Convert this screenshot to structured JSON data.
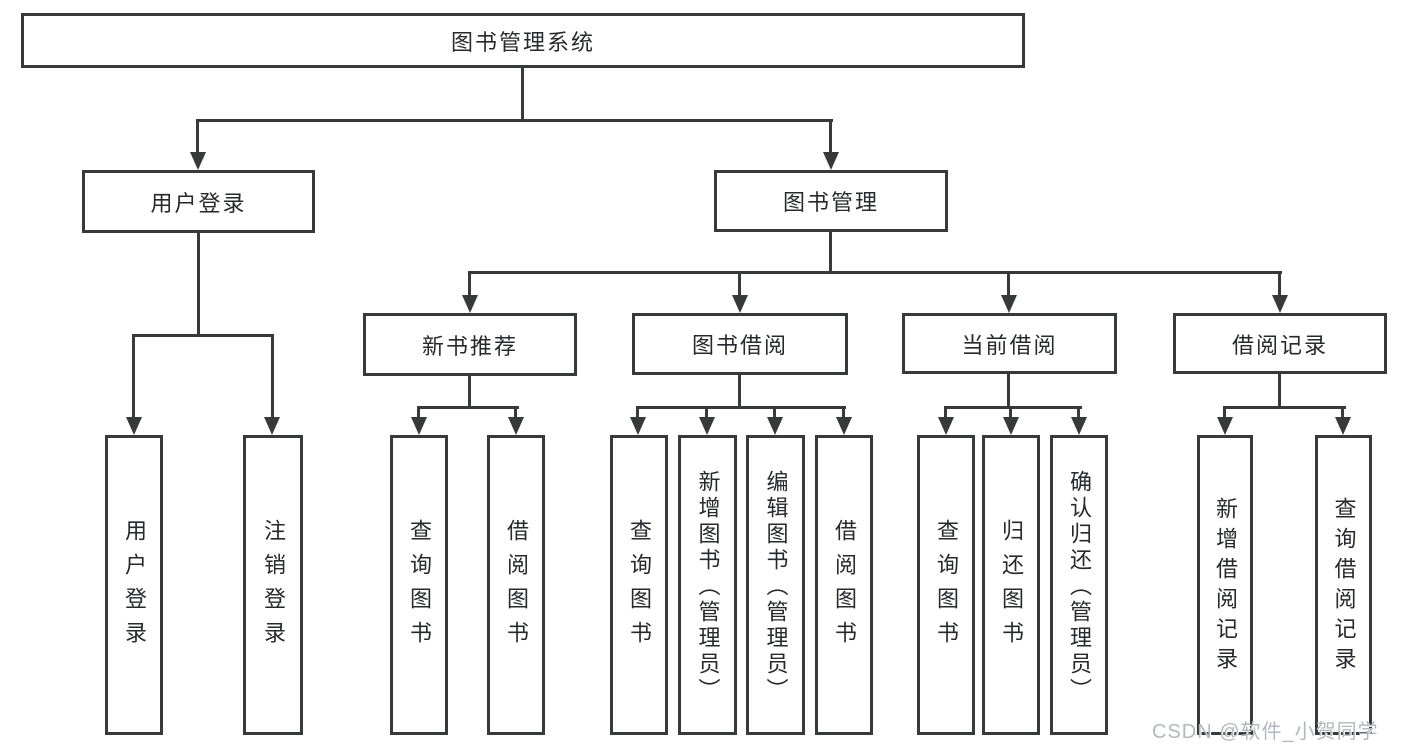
{
  "watermark": "CSDN @软件_小贺同学",
  "colors": {
    "line": "#38393b",
    "text": "#27292e",
    "watermark": "#b3b8bf",
    "background": "#ffffff"
  },
  "tree": {
    "label": "图书管理系统",
    "children": [
      {
        "label": "用户登录",
        "children": [
          {
            "label": "用户登录"
          },
          {
            "label": "注销登录"
          }
        ]
      },
      {
        "label": "图书管理",
        "children": [
          {
            "label": "新书推荐",
            "children": [
              {
                "label": "查询图书"
              },
              {
                "label": "借阅图书"
              }
            ]
          },
          {
            "label": "图书借阅",
            "children": [
              {
                "label": "查询图书"
              },
              {
                "label": "新增图书（管理员）"
              },
              {
                "label": "编辑图书（管理员）"
              },
              {
                "label": "借阅图书"
              }
            ]
          },
          {
            "label": "当前借阅",
            "children": [
              {
                "label": "查询图书"
              },
              {
                "label": "归还图书"
              },
              {
                "label": "确认归还（管理员）"
              }
            ]
          },
          {
            "label": "借阅记录",
            "children": [
              {
                "label": "新增借阅记录"
              },
              {
                "label": "查询借阅记录"
              }
            ]
          }
        ]
      }
    ]
  }
}
